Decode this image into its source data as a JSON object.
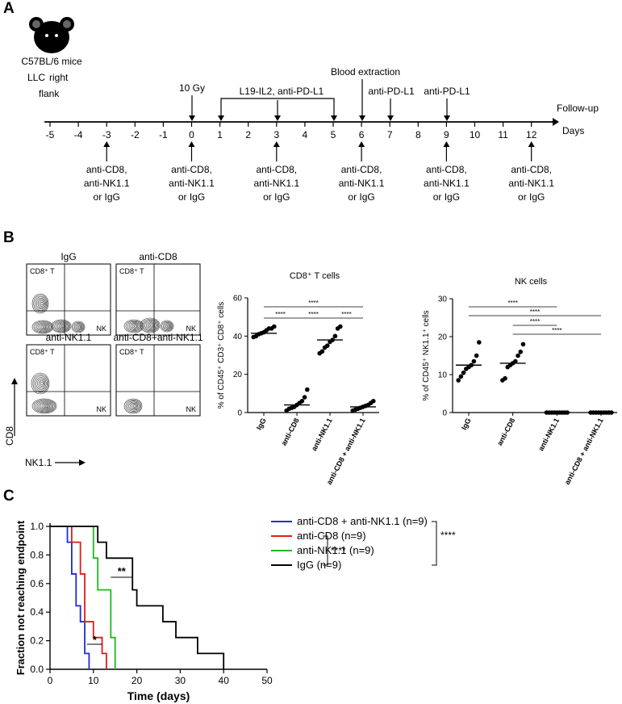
{
  "panels": {
    "a": "A",
    "b": "B",
    "c": "C"
  },
  "timeline": {
    "mouse_label": "C57BL/6 mice",
    "tumor_line1": "LLC",
    "tumor_line2": "right",
    "tumor_line3": "flank",
    "ticks": [
      "-5",
      "-4",
      "-3",
      "-2",
      "-1",
      "0",
      "1",
      "2",
      "3",
      "4",
      "5",
      "6",
      "7",
      "8",
      "9",
      "10",
      "11",
      "12"
    ],
    "days_label": "Days",
    "follow_up": "Follow-up",
    "irradiation": "10 Gy",
    "treatment": "L19-IL2, anti-PD-L1",
    "blood": "Blood extraction",
    "anti_pdl1_a": "anti-PD-L1",
    "anti_pdl1_b": "anti-PD-L1",
    "depletion_line1": "anti-CD8,",
    "depletion_line2": "anti-NK1.1",
    "depletion_line3": "or IgG",
    "depletion_days": [
      "-3",
      "0",
      "3",
      "6",
      "9",
      "12"
    ]
  },
  "flow": {
    "titles": [
      "IgG",
      "anti-CD8",
      "anti-NK1.1",
      "anti-CD8+anti-NK1.1"
    ],
    "gate_cd8": "CD8⁺ T",
    "gate_nk": "NK",
    "y_axis": "CD8",
    "x_axis": "NK1.1"
  },
  "chart_data": [
    {
      "type": "scatter",
      "title": "CD8⁺ T cells",
      "ylabel": "% of CD45⁺ CD3⁺ CD8⁺ cells",
      "categories": [
        "IgG",
        "anti-CD8",
        "anti-NK1.1",
        "anti-CD8 + anti-NK1.1"
      ],
      "ylim": [
        0,
        60
      ],
      "yticks": [
        "0",
        "20",
        "40",
        "60"
      ],
      "points": [
        [
          39.5,
          40,
          41,
          41.5,
          42,
          43,
          44,
          44,
          45
        ],
        [
          1,
          2,
          2.5,
          3,
          4,
          5,
          6,
          8,
          12
        ],
        [
          31,
          32,
          34,
          35,
          37,
          38,
          40,
          44,
          45
        ],
        [
          1,
          1.5,
          2,
          2.5,
          3,
          3.5,
          4,
          5,
          6
        ]
      ],
      "medians": [
        41.5,
        4,
        38,
        3
      ],
      "significance": [
        {
          "from": "IgG",
          "to": "anti-CD8",
          "label": "****"
        },
        {
          "from": "anti-CD8",
          "to": "anti-NK1.1",
          "label": "****"
        },
        {
          "from": "anti-NK1.1",
          "to": "anti-CD8 + anti-NK1.1",
          "label": "****"
        },
        {
          "from": "IgG",
          "to": "anti-CD8 + anti-NK1.1",
          "label": "****"
        }
      ]
    },
    {
      "type": "scatter",
      "title": "NK cells",
      "ylabel": "% of CD45⁺ NK1.1⁺ cells",
      "categories": [
        "IgG",
        "anti-CD8",
        "anti-NK1.1",
        "anti-CD8 + anti-NK1.1"
      ],
      "ylim": [
        0,
        30
      ],
      "yticks": [
        "0",
        "10",
        "20",
        "30"
      ],
      "points": [
        [
          8.5,
          9.5,
          10.5,
          11.5,
          12,
          12.5,
          13.5,
          15,
          18.5
        ],
        [
          8.5,
          9,
          12,
          12.5,
          13,
          13.5,
          15,
          16,
          18
        ],
        [
          0,
          0,
          0,
          0,
          0,
          0,
          0,
          0,
          0
        ],
        [
          0,
          0,
          0,
          0,
          0,
          0,
          0,
          0,
          0
        ]
      ],
      "medians": [
        12.5,
        13,
        0,
        0
      ],
      "significance": [
        {
          "from": "IgG",
          "to": "anti-NK1.1",
          "label": "****"
        },
        {
          "from": "IgG",
          "to": "anti-CD8 + anti-NK1.1",
          "label": "****"
        },
        {
          "from": "anti-CD8",
          "to": "anti-NK1.1",
          "label": "****"
        },
        {
          "from": "anti-CD8",
          "to": "anti-CD8 + anti-NK1.1",
          "label": "****"
        }
      ]
    },
    {
      "type": "line",
      "subtype": "survival-step",
      "xlabel": "Time (days)",
      "ylabel": "Fraction not reaching endpoint",
      "xlim": [
        0,
        50
      ],
      "ylim": [
        0,
        1
      ],
      "xticks": [
        "0",
        "10",
        "20",
        "30",
        "40",
        "50"
      ],
      "yticks": [
        "0.0",
        "0.2",
        "0.4",
        "0.6",
        "0.8",
        "1.0"
      ],
      "series": [
        {
          "name": "anti-CD8 + anti-NK1.1 (n=9)",
          "color": "#1a2fd0",
          "x": [
            0,
            4,
            5,
            6,
            7,
            8,
            9
          ],
          "y": [
            1.0,
            0.889,
            0.667,
            0.444,
            0.333,
            0.111,
            0.0
          ]
        },
        {
          "name": "anti-CD8 (n=9)",
          "color": "#e01b1b",
          "x": [
            0,
            5,
            7,
            8,
            10,
            12,
            13
          ],
          "y": [
            1.0,
            0.889,
            0.667,
            0.333,
            0.222,
            0.111,
            0.0
          ]
        },
        {
          "name": "anti-NK1.1 (n=9)",
          "color": "#1fb81f",
          "x": [
            0,
            10,
            11,
            14,
            15
          ],
          "y": [
            1.0,
            0.778,
            0.556,
            0.222,
            0.0
          ]
        },
        {
          "name": "IgG (n=9)",
          "color": "#000000",
          "x": [
            0,
            11,
            13,
            19,
            20,
            26,
            29,
            34,
            40
          ],
          "y": [
            1.0,
            0.889,
            0.778,
            0.556,
            0.444,
            0.333,
            0.222,
            0.111,
            0.0
          ]
        }
      ],
      "annotations": [
        "**",
        "*"
      ],
      "legend_significance": [
        "****",
        "****"
      ]
    }
  ]
}
